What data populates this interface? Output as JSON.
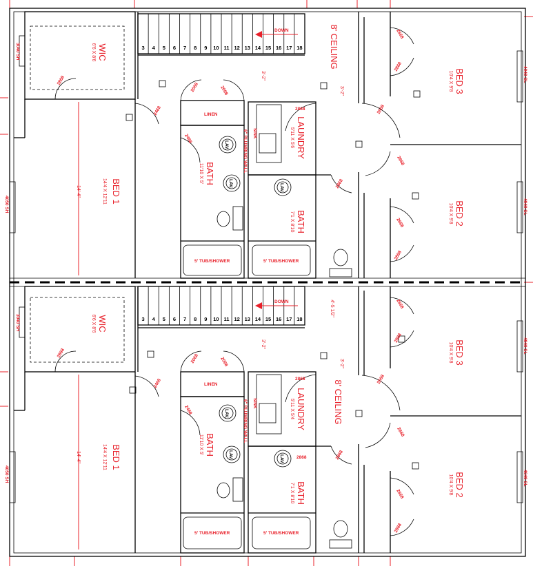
{
  "colors": {
    "annotation": "#e8202a",
    "wall": "#000000",
    "background": "#ffffff"
  },
  "units": [
    {
      "rooms": {
        "wic": "WIC",
        "wic_size": "6'6 X 8'6",
        "bed1": "BED 1",
        "bed1_size": "14'4 X 12'11",
        "bed1_dim": "14'-4\"",
        "bath1": "BATH",
        "bath1_size": "11'10 X 5'",
        "plumbing": "6\" PLUMBING WALL",
        "linen": "LINEN",
        "laundry": "LAUNDRY",
        "laundry_size": "5'11 X 5'6",
        "bath2": "BATH",
        "bath2_size": "7'1 X 8'10",
        "bed3": "BED 3",
        "bed3_size": "10'4 X 9'8",
        "bed2": "BED 2",
        "bed2_size": "10'4 X 9'8",
        "ceiling": "8' CEILING",
        "down": "DOWN",
        "dim_a": "3'-2\"",
        "dim_b": "3'-2\"",
        "tub_a": "5' TUB/SHOWER",
        "tub_b": "5' TUB/SHOWER",
        "lav": "LAV.",
        "sink": "SINK",
        "win_left_top": "3040 SH",
        "win_left_bot": "4050 SH",
        "win_right_top": "4040 SL",
        "win_right_bot": "4040 SL"
      }
    },
    {
      "rooms": {
        "wic": "WIC",
        "wic_size": "6'6 X 8'6",
        "bed1": "BED 1",
        "bed1_size": "14'4 X 12'11",
        "bed1_dim": "14'-4\"",
        "bath1": "BATH",
        "bath1_size": "11'10 X 5'",
        "plumbing": "6\" PLUMBING WALL",
        "linen": "LINEN",
        "laundry": "LAUNDRY",
        "laundry_size": "5'11 X 5'4",
        "bath2": "BATH",
        "bath2_size": "7'1 X 8'10",
        "bed3": "BED 3",
        "bed3_size": "10'4 X 9'8",
        "bed2": "BED 2",
        "bed2_size": "10'4 X 9'8",
        "ceiling": "8' CEILING",
        "down": "DOWN",
        "dim_a": "4'-5 1/2\"",
        "dim_b": "3'-2\"",
        "tub_a": "5' TUB/SHOWER",
        "tub_b": "5' TUB/SHOWER",
        "lav": "LAV.",
        "sink": "SINK",
        "win_left_top": "3040 SH",
        "win_left_bot": "4050 SH",
        "win_right_top": "4040 SL",
        "win_right_bot": "4040 SL"
      }
    }
  ],
  "extra_dim": "3'-2\"",
  "stairs": {
    "steps": [
      "3",
      "4",
      "5",
      "6",
      "7",
      "8",
      "9",
      "10",
      "11",
      "12",
      "13",
      "14",
      "15",
      "16",
      "17",
      "18"
    ]
  },
  "door_tags": {
    "d2868": "2868",
    "d2468": "2468",
    "d2068": "2068",
    "d2668": "2668",
    "d2468b": "2468",
    "d2668b": "2668",
    "d2868b": "2868",
    "d2668c": "2668",
    "d2868c": "2868",
    "d2668d": "2668",
    "d2868d": "2868",
    "d2668e": "2668"
  }
}
